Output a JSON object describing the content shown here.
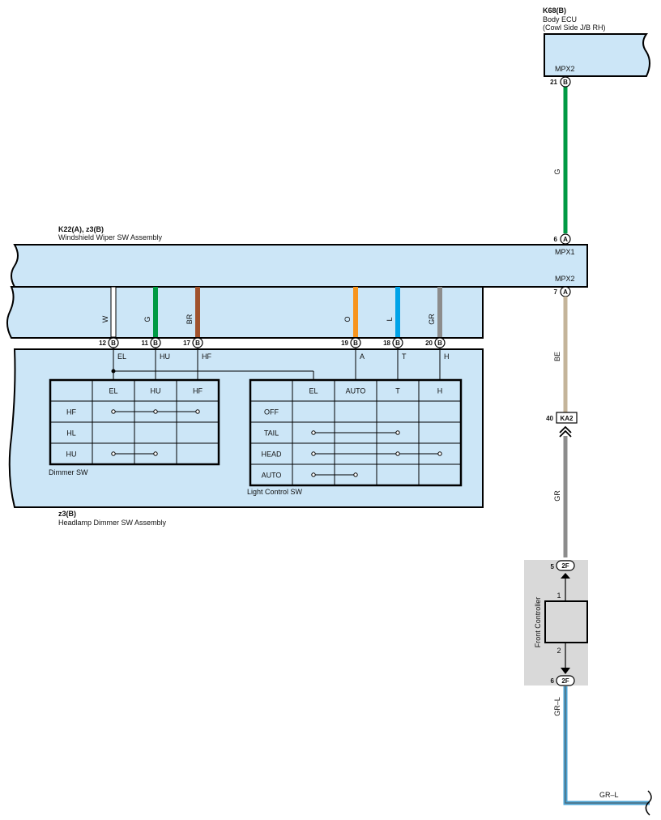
{
  "components": {
    "body_ecu": {
      "code": "K68(B)",
      "name": "Body ECU",
      "sub": "(Cowl Side J/B RH)",
      "terminal": "MPX2"
    },
    "wiper_sw": {
      "code": "K22(A), z3(B)",
      "name": "Windshield Wiper SW Assembly",
      "terminal_top": "MPX1",
      "terminal_bottom": "MPX2"
    },
    "headlamp_sw": {
      "code": "z3(B)",
      "name": "Headlamp Dimmer SW Assembly"
    },
    "front_controller": {
      "name": "Front Controller",
      "pin_top": "1",
      "pin_bottom": "2"
    }
  },
  "connectors": {
    "ecu_pin": {
      "num": "21",
      "tag": "B"
    },
    "wiper_mpx1": {
      "num": "6",
      "tag": "A"
    },
    "wiper_mpx2": {
      "num": "7",
      "tag": "A"
    },
    "junction": {
      "num": "40",
      "tag": "KA2"
    },
    "fc_top": {
      "num": "5",
      "tag": "2F"
    },
    "fc_bottom": {
      "num": "6",
      "tag": "2F"
    }
  },
  "wire_labels": {
    "ecu_wire": "G",
    "mpx2_wire": "BE",
    "junction_wire": "GR",
    "out_wire_vertical": "GR–L",
    "out_wire_horizontal": "GR–L"
  },
  "wiper_wires": [
    {
      "color_name": "W",
      "color": "#ffffff",
      "pin": "12",
      "tag": "B",
      "signal": "EL"
    },
    {
      "color_name": "G",
      "color": "#009a44",
      "pin": "11",
      "tag": "B",
      "signal": "HU"
    },
    {
      "color_name": "BR",
      "color": "#a0522d",
      "pin": "17",
      "tag": "B",
      "signal": "HF"
    },
    {
      "color_name": "O",
      "color": "#f7941d",
      "pin": "19",
      "tag": "B",
      "signal": "A"
    },
    {
      "color_name": "L",
      "color": "#00a3e8",
      "pin": "18",
      "tag": "B",
      "signal": "T"
    },
    {
      "color_name": "GR",
      "color": "#8c8c8c",
      "pin": "20",
      "tag": "B",
      "signal": "H"
    }
  ],
  "dimmer_table": {
    "title": "Dimmer SW",
    "columns": [
      "EL",
      "HU",
      "HF"
    ],
    "rows": [
      "HF",
      "HL",
      "HU"
    ]
  },
  "light_table": {
    "title": "Light Control SW",
    "columns": [
      "EL",
      "AUTO",
      "T",
      "H"
    ],
    "rows": [
      "OFF",
      "TAIL",
      "HEAD",
      "AUTO"
    ]
  },
  "colors": {
    "box_fill": "#cce6f7",
    "wire_green": "#009a44",
    "wire_beige": "#c4b49a",
    "wire_gray": "#8c8c8c",
    "wire_blue": "#4aa3d4",
    "controller_bg": "#d9d9d9"
  }
}
